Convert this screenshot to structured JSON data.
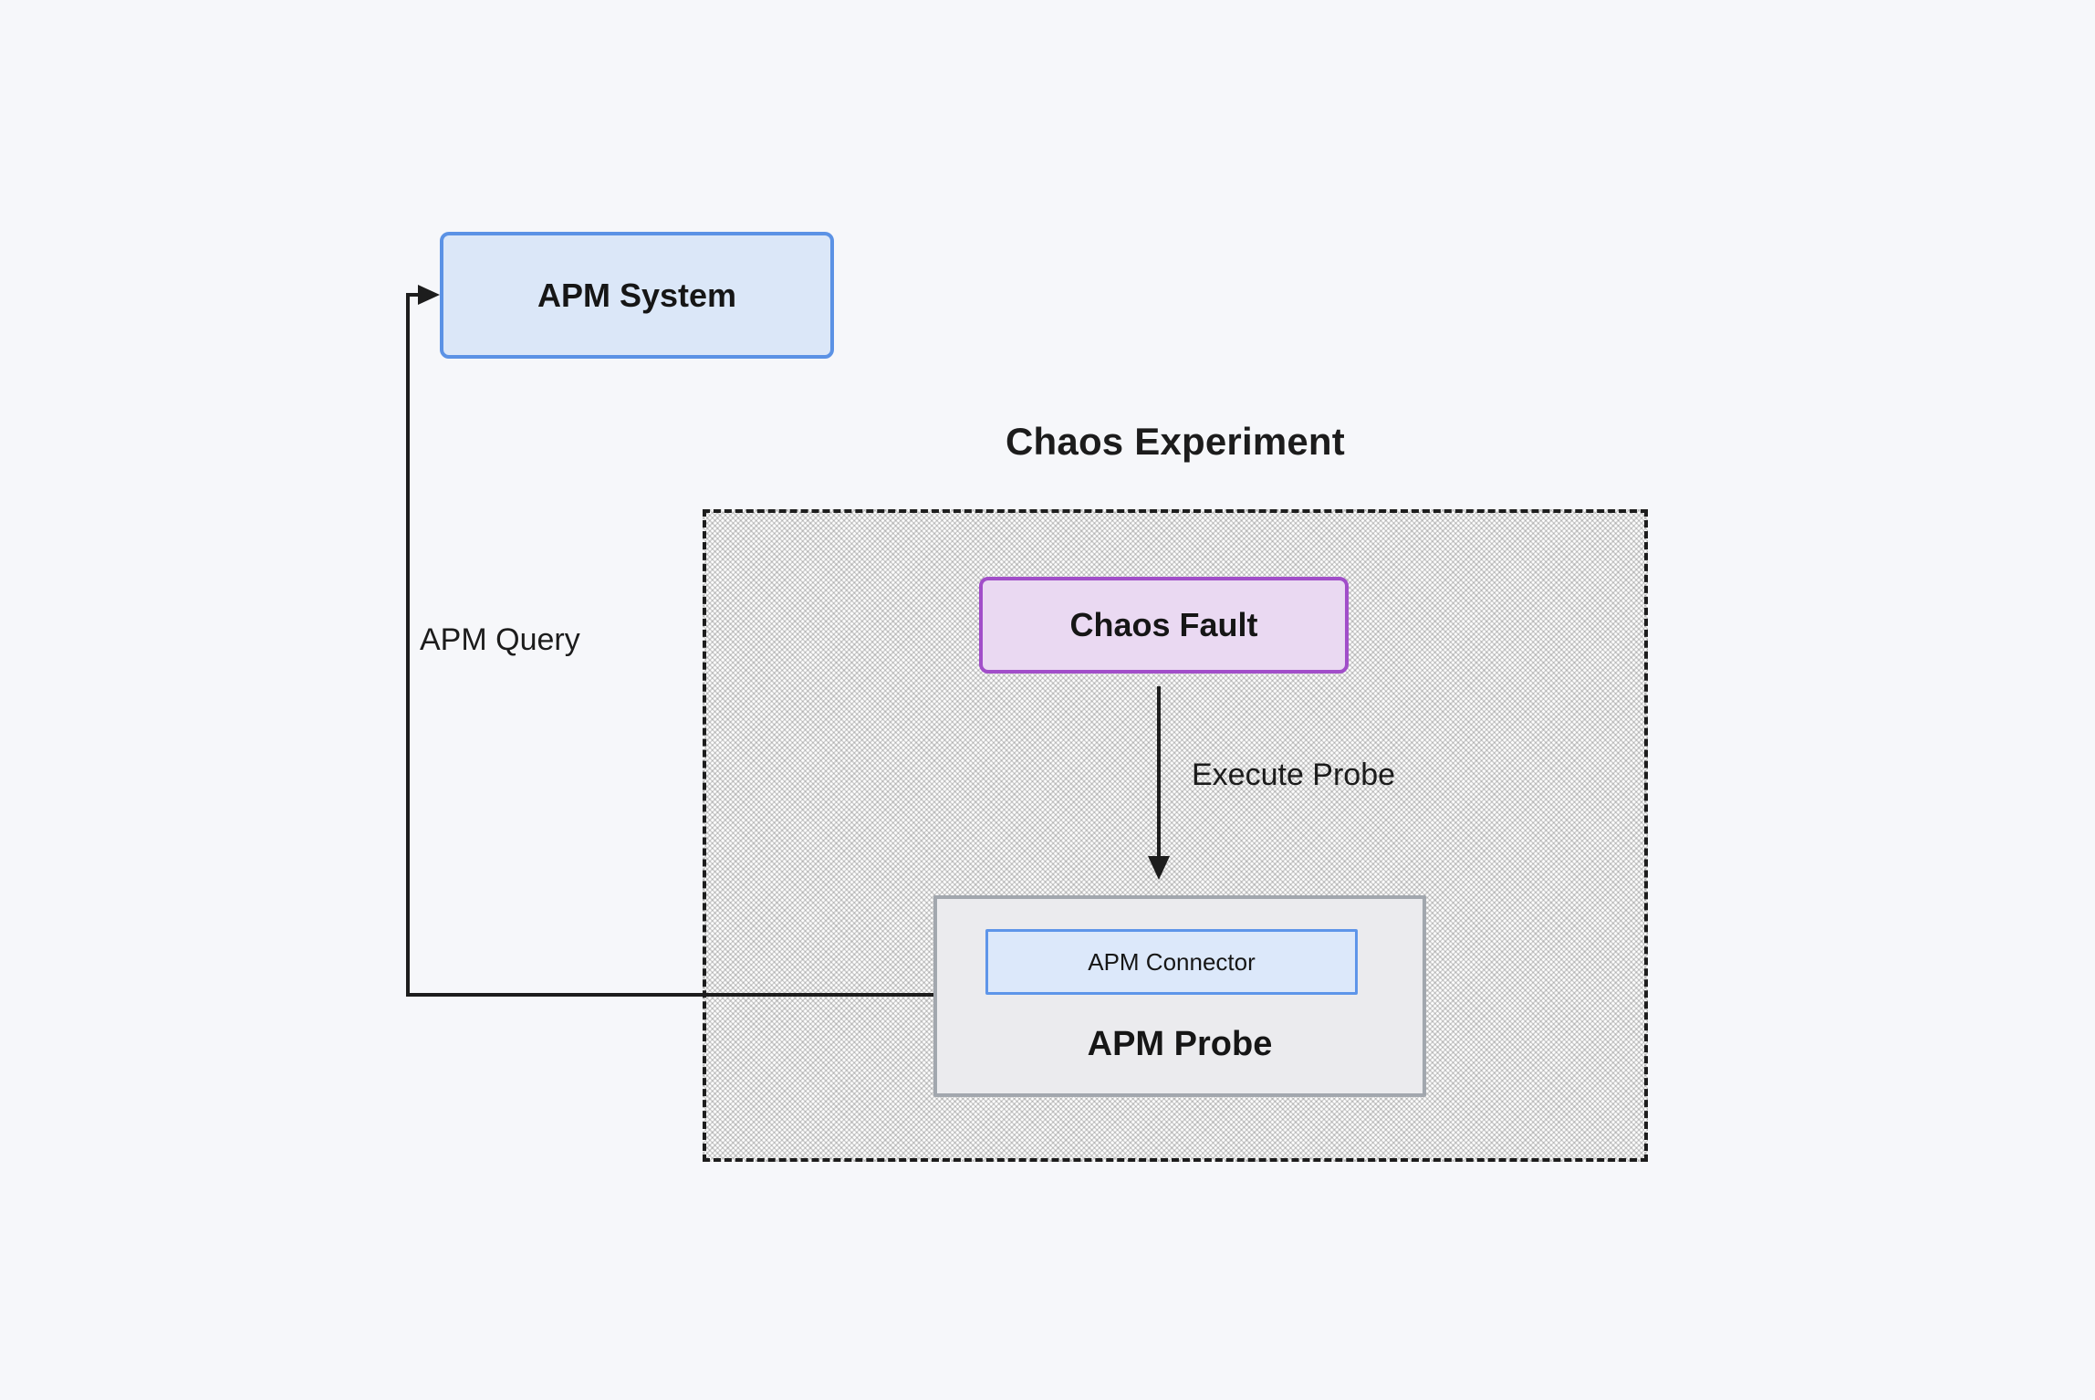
{
  "container": {
    "label": "Chaos Experiment"
  },
  "nodes": {
    "apm_system": {
      "label": "APM System",
      "fill": "#dbe7f8",
      "border": "#5b92e5"
    },
    "chaos_fault": {
      "label": "Chaos Fault",
      "fill": "#ead9f2",
      "border": "#a14ec9"
    },
    "apm_probe": {
      "label": "APM Probe",
      "fill": "#ebebee",
      "border": "#a2a7ae"
    },
    "apm_connector": {
      "label": "APM Connector",
      "fill": "#dce8fa",
      "border": "#5e95e9"
    }
  },
  "edges": {
    "apm_query": {
      "label": "APM Query"
    },
    "execute_probe": {
      "label": "Execute Probe"
    }
  },
  "colors": {
    "background": "#f6f7fa",
    "line": "#1d1d1d",
    "text": "#161616",
    "container_border": "#1d1d1d"
  }
}
